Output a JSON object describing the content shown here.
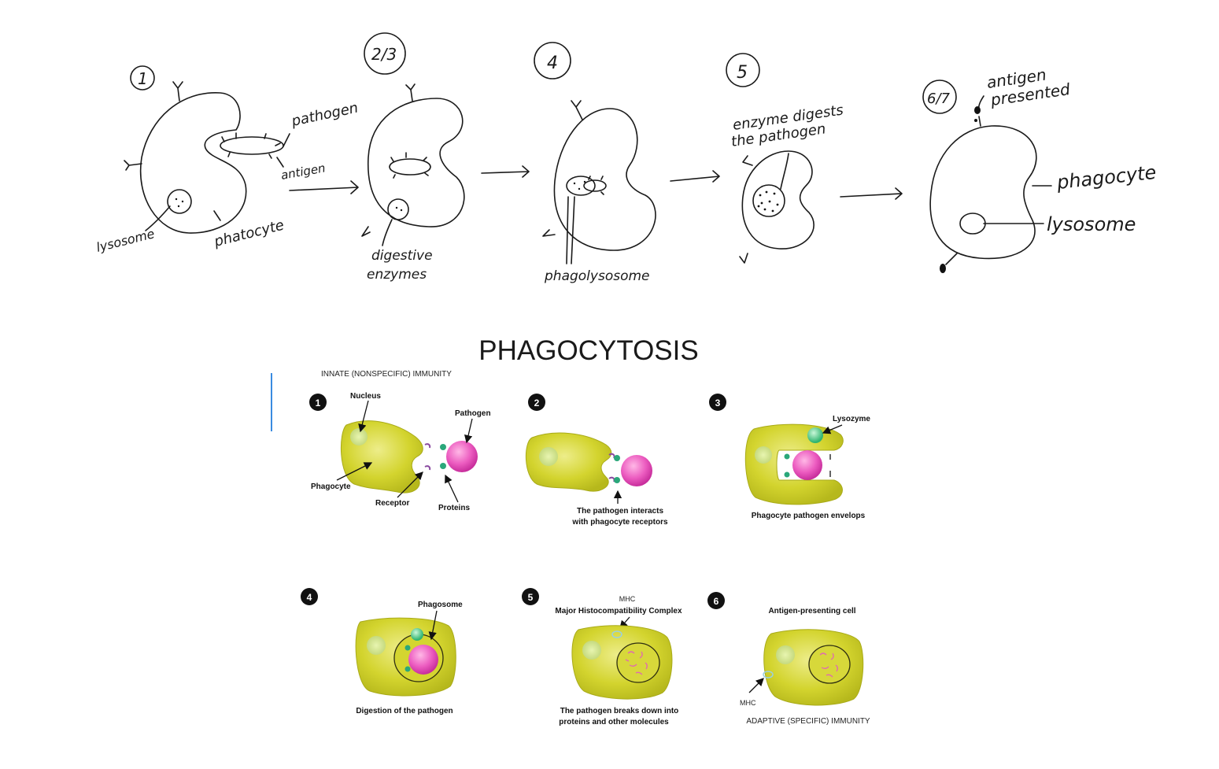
{
  "sketch": {
    "steps": [
      "1",
      "2/3",
      "4",
      "5",
      "6/7"
    ],
    "step1": {
      "pathogen": "pathogen",
      "antigen": "antigen",
      "lysosome": "lysosome",
      "cell": "phatocyte"
    },
    "step2": {
      "enzymes_line1": "digestive",
      "enzymes_line2": "enzymes"
    },
    "step4": {
      "label": "phagolysosome"
    },
    "step5": {
      "line1": "enzyme digests",
      "line2": "the pathogen"
    },
    "step6": {
      "line1": "antigen",
      "line2": "presented",
      "phagocyte": "phagocyte",
      "lysosome": "lysosome"
    }
  },
  "figure": {
    "title": "PHAGOCYTOSIS",
    "innate": "INNATE (NONSPECIFIC) IMMUNITY",
    "adaptive": "ADAPTIVE (SPECIFIC) IMMUNITY",
    "steps": [
      "1",
      "2",
      "3",
      "4",
      "5",
      "6"
    ],
    "p1": {
      "nucleus": "Nucleus",
      "pathogen": "Pathogen",
      "phagocyte": "Phagocyte",
      "receptor": "Receptor",
      "proteins": "Proteins"
    },
    "p2": {
      "line1": "The pathogen interacts",
      "line2": "with phagocyte receptors"
    },
    "p3": {
      "lysozyme": "Lysozyme",
      "caption": "Phagocyte pathogen envelops"
    },
    "p4": {
      "phagosome": "Phagosome",
      "caption": "Digestion of the pathogen"
    },
    "p5": {
      "mhc": "MHC",
      "mhc_full": "Major Histocompatibility Complex",
      "line1": "The pathogen breaks down into",
      "line2": "proteins and other molecules"
    },
    "p6": {
      "title": "Antigen-presenting cell",
      "mhc": "MHC"
    }
  },
  "colors": {
    "cell": "#cfd12a",
    "cell_light": "#e3e36a",
    "pathogen": "#e64ab6",
    "protein": "#2aa77a",
    "cursor": "#3a8be0"
  }
}
